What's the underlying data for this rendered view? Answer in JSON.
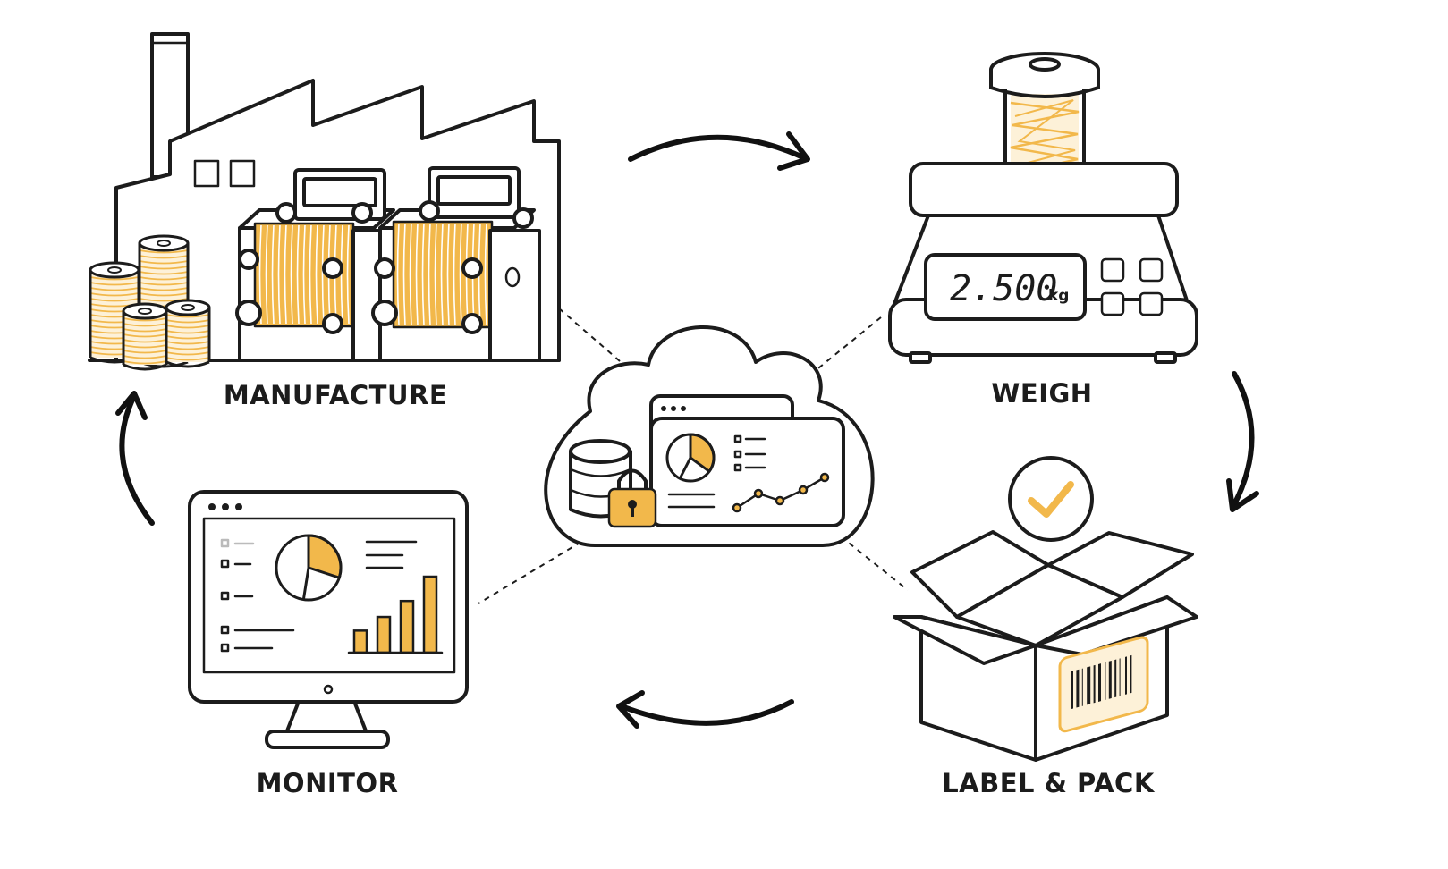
{
  "stages": {
    "manufacture": "MANUFACTURE",
    "weigh": "WEIGH",
    "label_pack": "LABEL & PACK",
    "monitor": "MONITOR"
  },
  "scale_display": {
    "value": "2.500",
    "unit": "kg"
  },
  "colors": {
    "accent": "#f2b84b",
    "ink": "#1c1c1c",
    "background": "#ffffff"
  },
  "icons": [
    "factory-icon",
    "thread-spool-icon",
    "digital-scale-icon",
    "open-box-icon",
    "checkmark-icon",
    "barcode-icon",
    "cloud-icon",
    "database-icon",
    "padlock-icon",
    "dashboard-icon",
    "monitor-icon",
    "pie-chart-icon",
    "bar-chart-icon",
    "line-chart-icon"
  ],
  "monitor_bar_chart": {
    "values": [
      0.29,
      0.47,
      0.68,
      1.0
    ]
  },
  "monitor_pie": {
    "highlight_fraction": 0.3
  },
  "dashboard_pie": {
    "highlight_fraction": 0.35
  }
}
